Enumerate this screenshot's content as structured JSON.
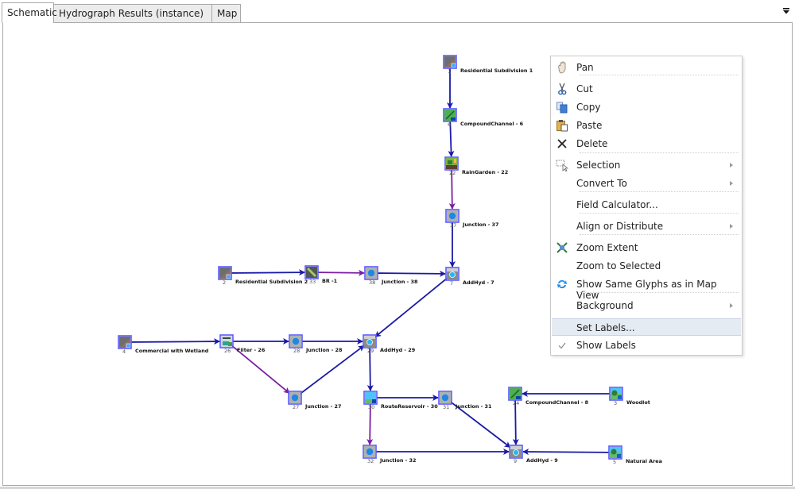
{
  "tabs": [
    {
      "label": "Schematic",
      "active": true
    },
    {
      "label": "Hydrograph Results (instance)",
      "active": false
    },
    {
      "label": "Map",
      "active": false
    }
  ],
  "overflow_icon": "dropdown-arrow-icon",
  "colors": {
    "link_normal": "#1a1aa6",
    "link_purple": "#7b1fa2",
    "node_border": "#5a5aff",
    "menu_hover": "#e5ebf3"
  },
  "schematic": {
    "nodes": [
      {
        "id": "1",
        "label": "Residential Subdivision 1",
        "type": "catchment"
      },
      {
        "id": "6",
        "label": "CompoundChannel - 6",
        "type": "channel"
      },
      {
        "id": "22",
        "label": "RainGarden - 22",
        "type": "raingarden"
      },
      {
        "id": "37",
        "label": "Junction - 37",
        "type": "junction"
      },
      {
        "id": "7",
        "label": "AddHyd - 7",
        "type": "addhyd"
      },
      {
        "id": "2",
        "label": "Residential Subdivision 2",
        "type": "catchment"
      },
      {
        "id": "33",
        "label": "BR -1",
        "type": "bioretention"
      },
      {
        "id": "38",
        "label": "Junction - 38",
        "type": "junction"
      },
      {
        "id": "4",
        "label": "Commercial with Wetland",
        "type": "catchment"
      },
      {
        "id": "26",
        "label": "Filter - 26",
        "type": "filter"
      },
      {
        "id": "28",
        "label": "Junction - 28",
        "type": "junction"
      },
      {
        "id": "29",
        "label": "AddHyd - 29",
        "type": "addhyd"
      },
      {
        "id": "27",
        "label": "Junction - 27",
        "type": "junction"
      },
      {
        "id": "30",
        "label": "RouteReservoir - 30",
        "type": "reservoir"
      },
      {
        "id": "31",
        "label": "Junction - 31",
        "type": "junction"
      },
      {
        "id": "32",
        "label": "Junction - 32",
        "type": "junction"
      },
      {
        "id": "24",
        "label": "CompoundChannel - 8",
        "type": "channel"
      },
      {
        "id": "3",
        "label": "Woodlot",
        "type": "natural"
      },
      {
        "id": "9",
        "label": "AddHyd - 9",
        "type": "addhyd"
      },
      {
        "id": "5",
        "label": "Natural Area",
        "type": "natural"
      }
    ],
    "links": [
      {
        "from": "1",
        "to": "6",
        "kind": "normal"
      },
      {
        "from": "6",
        "to": "22",
        "kind": "normal"
      },
      {
        "from": "22",
        "to": "37",
        "kind": "purple"
      },
      {
        "from": "37",
        "to": "7",
        "kind": "normal"
      },
      {
        "from": "2",
        "to": "33",
        "kind": "normal"
      },
      {
        "from": "33",
        "to": "38",
        "kind": "purple"
      },
      {
        "from": "38",
        "to": "7",
        "kind": "normal"
      },
      {
        "from": "7",
        "to": "29",
        "kind": "normal"
      },
      {
        "from": "4",
        "to": "26",
        "kind": "normal"
      },
      {
        "from": "26",
        "to": "28",
        "kind": "normal"
      },
      {
        "from": "26",
        "to": "27",
        "kind": "purple"
      },
      {
        "from": "28",
        "to": "29",
        "kind": "normal"
      },
      {
        "from": "27",
        "to": "29",
        "kind": "normal"
      },
      {
        "from": "29",
        "to": "30",
        "kind": "normal"
      },
      {
        "from": "30",
        "to": "31",
        "kind": "normal"
      },
      {
        "from": "30",
        "to": "32",
        "kind": "purple"
      },
      {
        "from": "31",
        "to": "9",
        "kind": "normal"
      },
      {
        "from": "32",
        "to": "9",
        "kind": "normal"
      },
      {
        "from": "3",
        "to": "24",
        "kind": "normal"
      },
      {
        "from": "24",
        "to": "9",
        "kind": "normal"
      },
      {
        "from": "5",
        "to": "9",
        "kind": "normal"
      }
    ]
  },
  "context_menu": {
    "items": [
      {
        "label": "Pan",
        "icon": "hand-pan-icon"
      },
      {
        "label": "Cut",
        "icon": "scissors-icon"
      },
      {
        "label": "Copy",
        "icon": "copy-icon"
      },
      {
        "label": "Paste",
        "icon": "paste-icon"
      },
      {
        "label": "Delete",
        "icon": "delete-x-icon"
      },
      {
        "label": "Selection",
        "icon": "selection-icon",
        "submenu": true
      },
      {
        "label": "Convert To",
        "submenu": true
      },
      {
        "label": "Field Calculator..."
      },
      {
        "label": "Align or Distribute",
        "submenu": true
      },
      {
        "label": "Zoom Extent",
        "icon": "zoom-extent-icon"
      },
      {
        "label": "Zoom to Selected"
      },
      {
        "label": "Show Same Glyphs as in Map View",
        "icon": "refresh-icon"
      },
      {
        "label": "Background",
        "submenu": true
      },
      {
        "label": "Set Labels...",
        "highlighted": true
      },
      {
        "label": "Show Labels",
        "checked": true,
        "icon": "checkmark-icon"
      }
    ]
  }
}
